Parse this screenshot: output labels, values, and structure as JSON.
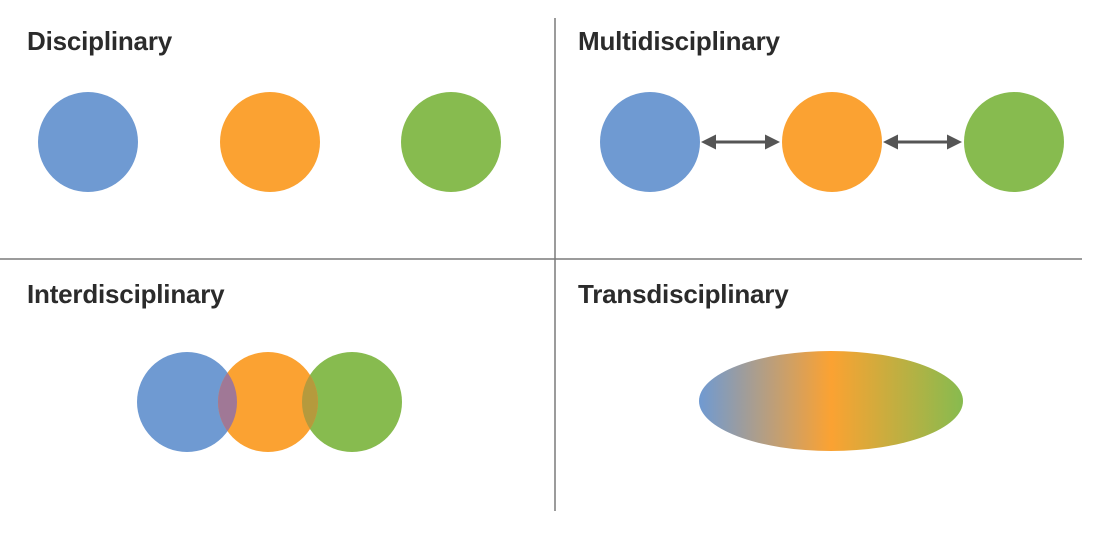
{
  "quadrants": {
    "disciplinary": {
      "title": "Disciplinary"
    },
    "multidisciplinary": {
      "title": "Multidisciplinary"
    },
    "interdisciplinary": {
      "title": "Interdisciplinary"
    },
    "transdisciplinary": {
      "title": "Transdisciplinary"
    }
  },
  "colors": {
    "blue": "#6f9ad2",
    "orange": "#fba232",
    "green": "#87bb4f",
    "divider": "#7a7a7a",
    "arrow": "#555555",
    "overlap_blue_orange": "#a07896",
    "overlap_orange_green": "#b59a3d",
    "text": "#2b2b2b"
  }
}
